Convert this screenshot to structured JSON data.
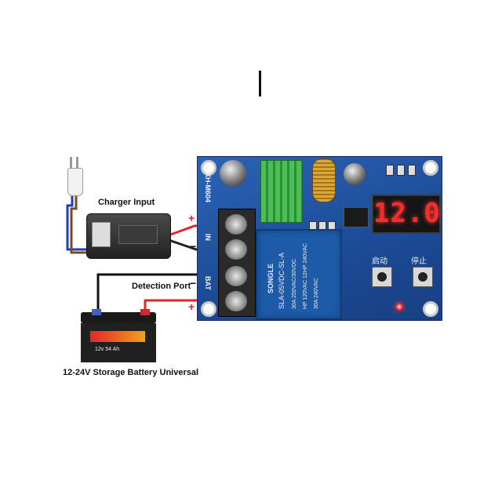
{
  "labels": {
    "charger_input": "Charger Input",
    "detection_port": "Detection Port",
    "battery_caption": "12-24V Storage Battery Universal"
  },
  "board": {
    "model": "XH-M604",
    "terminal_in": "IN",
    "terminal_bat": "BAT",
    "display_value": "12.0",
    "start_label": "启动",
    "stop_label": "停止",
    "relay_brand": "SONGLE",
    "relay_model": "SLA-05VDC-SL-A",
    "relay_spec_1": "30A 250VAC/30VDC",
    "relay_spec_2": "HP 120VAC 12HP 240VAC",
    "relay_spec_3": "30A 240VAC"
  },
  "battery": {
    "top_label": "12v 54 Ah"
  },
  "colors": {
    "board_blue": "#1f4f9a",
    "display_red": "#ff2a2a",
    "wire_red": "#e0262b",
    "heatsink_green": "#3fb34a"
  }
}
